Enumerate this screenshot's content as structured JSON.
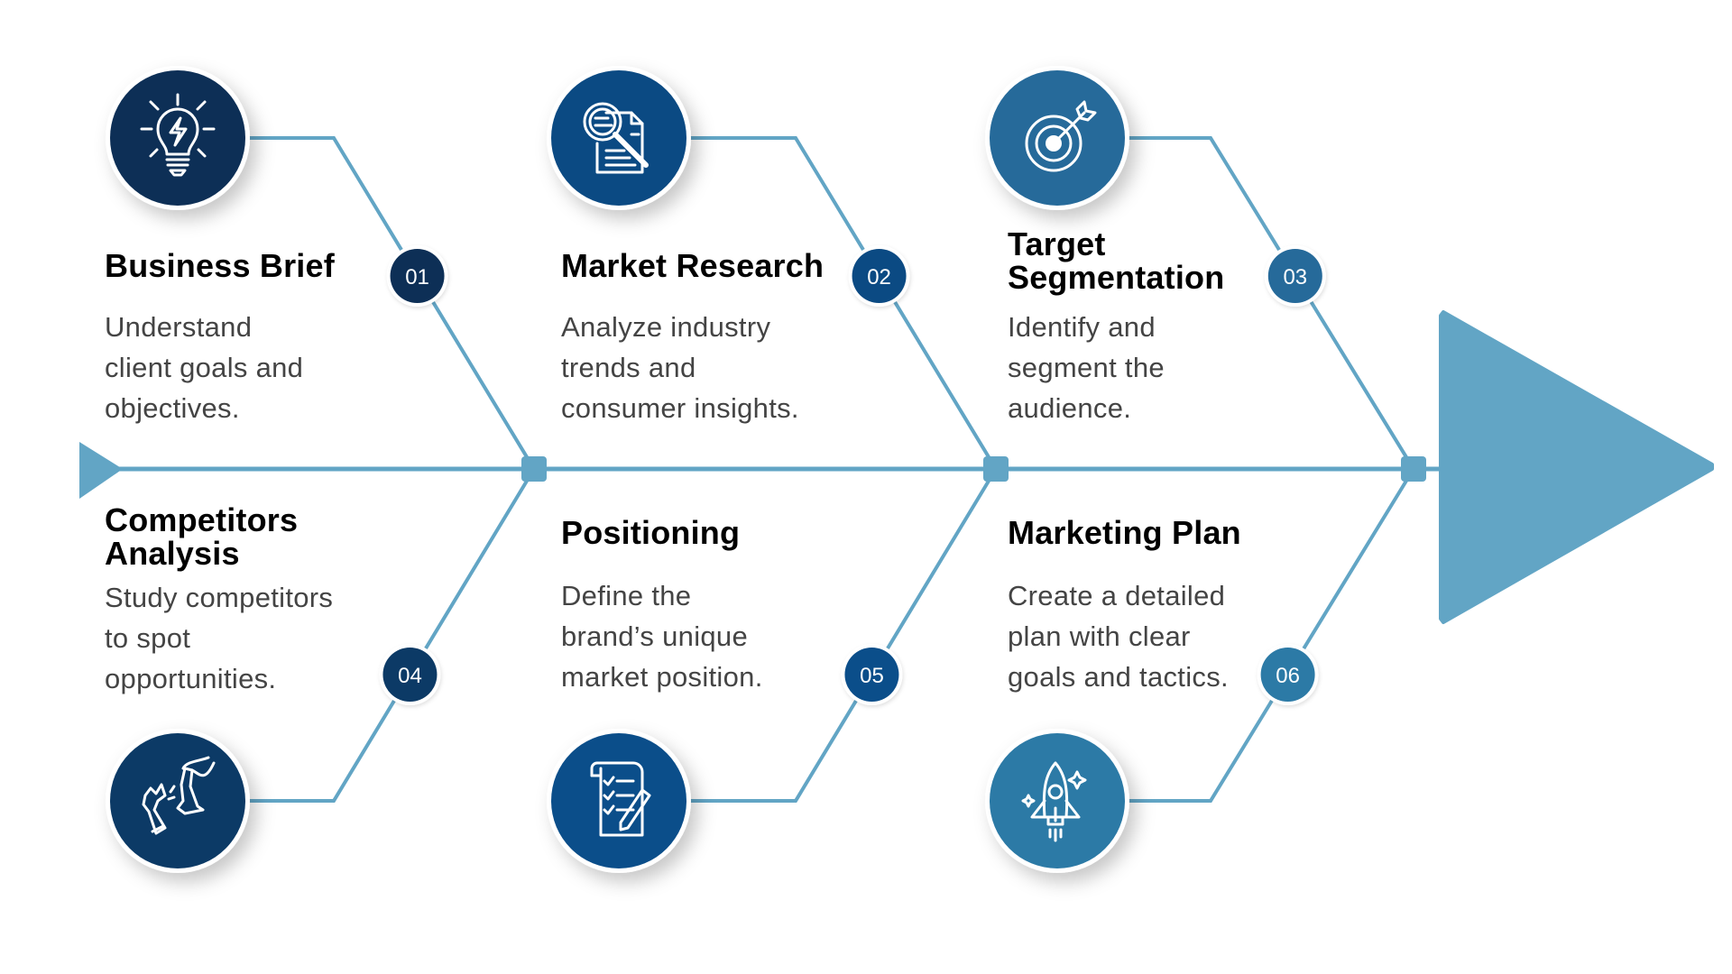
{
  "diagram": {
    "type": "fishbone-process",
    "colors": {
      "line": "#62a5c5",
      "arrow": "#62a5c5",
      "title_text": "#000000",
      "body_text": "#444444"
    },
    "steps": [
      {
        "number": "01",
        "title_lines": [
          "Business Brief"
        ],
        "desc_lines": [
          "Understand",
          "client goals and",
          "objectives."
        ],
        "icon": "lightbulb-icon",
        "color": "#0d2f56",
        "position": "top"
      },
      {
        "number": "02",
        "title_lines": [
          "Market Research"
        ],
        "desc_lines": [
          "Analyze industry",
          "trends and",
          "consumer insights."
        ],
        "icon": "document-search-icon",
        "color": "#0b4a83",
        "position": "top"
      },
      {
        "number": "03",
        "title_lines": [
          "Target",
          "Segmentation"
        ],
        "desc_lines": [
          "Identify and",
          "segment the",
          "audience."
        ],
        "icon": "target-arrow-icon",
        "color": "#266a9a",
        "position": "top"
      },
      {
        "number": "04",
        "title_lines": [
          "Competitors",
          "Analysis"
        ],
        "desc_lines": [
          "Study competitors",
          "to spot",
          "opportunities."
        ],
        "icon": "chess-pieces-icon",
        "color": "#0c3a66",
        "position": "bottom"
      },
      {
        "number": "05",
        "title_lines": [
          "Positioning"
        ],
        "desc_lines": [
          "Define the",
          "brand’s unique",
          "market position."
        ],
        "icon": "checklist-pencil-icon",
        "color": "#0b4e8a",
        "position": "bottom"
      },
      {
        "number": "06",
        "title_lines": [
          "Marketing Plan"
        ],
        "desc_lines": [
          "Create a detailed",
          "plan with clear",
          "goals and tactics."
        ],
        "icon": "rocket-icon",
        "color": "#2c7aa6",
        "position": "bottom"
      }
    ]
  }
}
